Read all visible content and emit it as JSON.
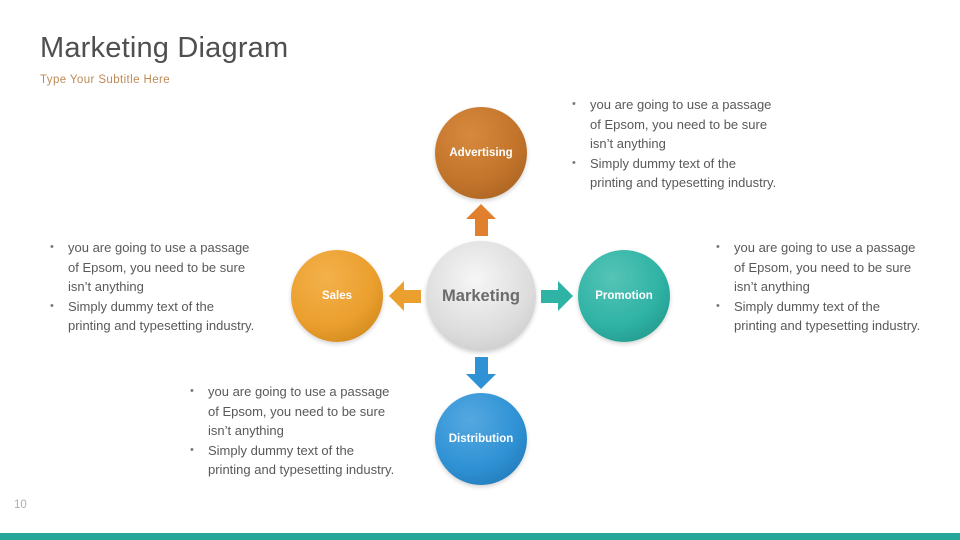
{
  "slide": {
    "title": "Marketing Diagram",
    "subtitle": "Type Your Subtitle Here",
    "page_number": "10"
  },
  "diagram": {
    "center": {
      "id": "marketing",
      "label": "Marketing",
      "color": "#d9d9d9"
    },
    "nodes": [
      {
        "id": "advertising",
        "label": "Advertising",
        "color": "#c3742b",
        "arrow_direction": "up",
        "arrow_color": "#e0802f"
      },
      {
        "id": "sales",
        "label": "Sales",
        "color": "#eb9f2e",
        "arrow_direction": "left",
        "arrow_color": "#eb9f2e"
      },
      {
        "id": "promotion",
        "label": "Promotion",
        "color": "#2fb3a5",
        "arrow_direction": "right",
        "arrow_color": "#2fb3a5"
      },
      {
        "id": "distribution",
        "label": "Distribution",
        "color": "#2f92d5",
        "arrow_direction": "down",
        "arrow_color": "#2f92d5"
      }
    ]
  },
  "bullets": [
    "you are going to use a passage of Epsom, you need to be sure isn’t anything",
    "Simply dummy text of the printing and typesetting industry."
  ],
  "colors": {
    "title_text": "#4f4f4f",
    "subtitle_text": "#bd8a55",
    "body_text": "#595959",
    "footer_bar": "#26a699"
  }
}
